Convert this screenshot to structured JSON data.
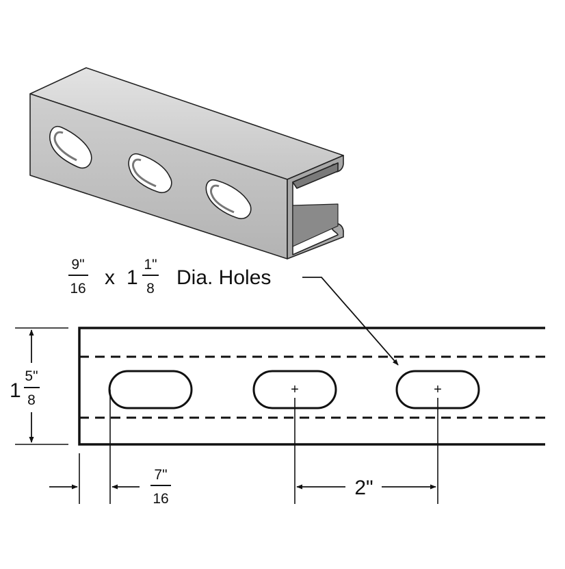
{
  "labels": {
    "hole_callout": {
      "width_numerator": "9\"",
      "width_denominator": "16",
      "times": "x",
      "length_whole": "1",
      "length_numerator": "1\"",
      "length_denominator": "8",
      "text": "Dia. Holes"
    },
    "height_dim": {
      "whole": "1",
      "numerator": "5\"",
      "denominator": "8"
    },
    "edge_offset_dim": {
      "numerator": "7\"",
      "denominator": "16"
    },
    "spacing_dim": "2\"",
    "center_mark": "+"
  },
  "colors": {
    "line": "#111111",
    "channel_light": "#c9c9c9",
    "channel_mid": "#a9a9a9",
    "channel_dark": "#7d7d7d",
    "hole_fill": "#ffffff"
  }
}
